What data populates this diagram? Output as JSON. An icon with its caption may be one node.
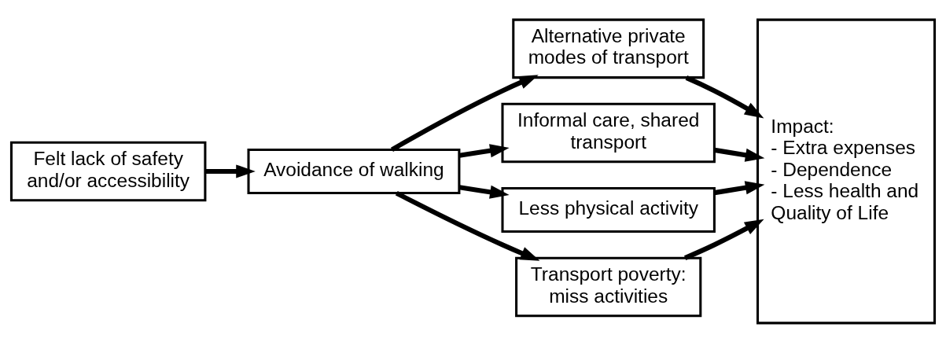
{
  "diagram": {
    "nodes": [
      {
        "text": [
          "Felt lack of safety and/or accessibility"
        ]
      },
      {
        "text": [
          "Avoidance of walking"
        ]
      },
      {
        "text": [
          "Alternative private modes of transport"
        ]
      },
      {
        "text": [
          "Informal care, shared transport"
        ]
      },
      {
        "text": [
          "Less physical activity"
        ]
      },
      {
        "text": [
          "Transport poverty: miss activities"
        ]
      },
      {
        "text": [
          "Impact:",
          "- Extra expenses",
          "- Dependence",
          "- Less health and Quality of Life"
        ]
      }
    ],
    "edges": [
      {
        "from": 0,
        "to": 1,
        "arrow": "to"
      },
      {
        "from": 1,
        "to": 2,
        "arrow": "to"
      },
      {
        "from": 1,
        "to": 3,
        "arrow": "to"
      },
      {
        "from": 1,
        "to": 4,
        "arrow": "to"
      },
      {
        "from": 1,
        "to": 5,
        "arrow": "to"
      },
      {
        "from": 2,
        "to": 6,
        "arrow": "to"
      },
      {
        "from": 3,
        "to": 6,
        "arrow": "to"
      },
      {
        "from": 4,
        "to": 6,
        "arrow": "to"
      },
      {
        "from": 5,
        "to": 6,
        "arrow": "to"
      }
    ]
  }
}
